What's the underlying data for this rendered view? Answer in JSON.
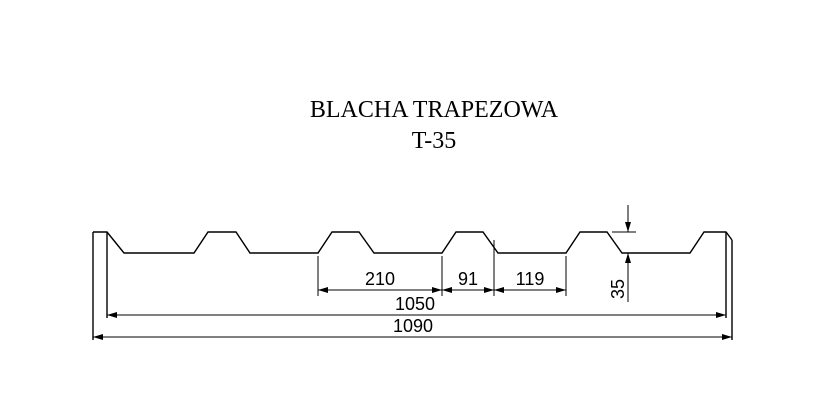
{
  "title": {
    "line1": "BLACHA TRAPEZOWA",
    "line2": "T-35"
  },
  "dimensions": {
    "valley_width": "210",
    "crest_width": "91",
    "slope_section": "119",
    "profile_height": "35",
    "working_width": "1050",
    "total_width": "1090"
  },
  "colors": {
    "line": "#000000",
    "background": "#ffffff"
  }
}
